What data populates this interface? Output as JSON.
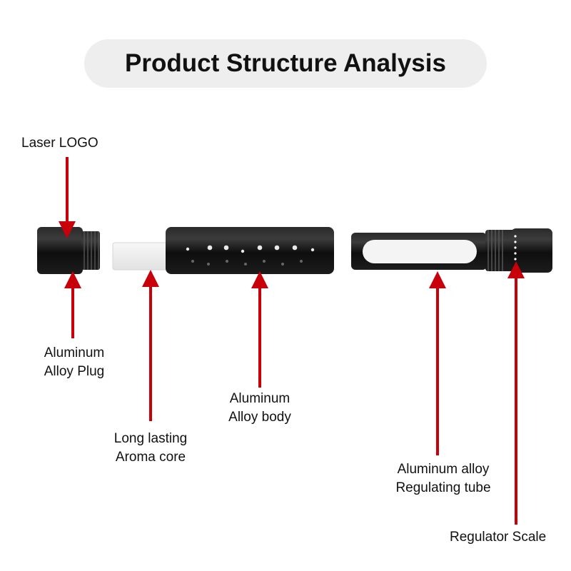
{
  "title": "Product Structure Analysis",
  "colors": {
    "arrow": "#c8000a",
    "metal": "#141414",
    "metal_highlight": "#3a3a3a",
    "core": "#f1f1f1",
    "title_bg": "#eeeeee"
  },
  "labels": {
    "laser_logo": "Laser LOGO",
    "plug": {
      "line1": "Aluminum",
      "line2": "Alloy Plug"
    },
    "core": {
      "line1": "Long lasting",
      "line2": "Aroma core"
    },
    "body": {
      "line1": "Aluminum",
      "line2": "Alloy body"
    },
    "tube": {
      "line1": "Aluminum alloy",
      "line2": "Regulating tube"
    },
    "scale": "Regulator Scale"
  }
}
